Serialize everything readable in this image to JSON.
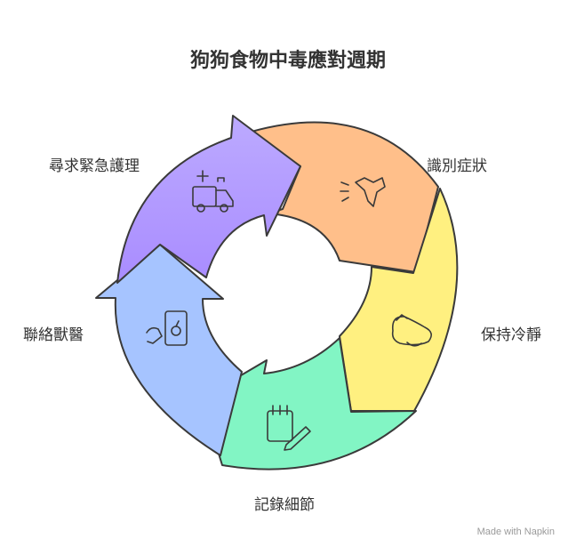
{
  "title": "狗狗食物中毒應對週期",
  "steps": [
    {
      "label": "識別症狀",
      "icon": "dog-sniffing-icon",
      "color": "#ffbf8a"
    },
    {
      "label": "保持冷靜",
      "icon": "dog-resting-icon",
      "color": "#fff080"
    },
    {
      "label": "記錄細節",
      "icon": "notepad-pen-icon",
      "color": "#82f5c4"
    },
    {
      "label": "聯絡獸醫",
      "icon": "phone-contact-icon",
      "color": "#a6c4ff"
    },
    {
      "label": "尋求緊急護理",
      "icon": "ambulance-icon",
      "color": "#b9a6ff"
    }
  ],
  "watermark": "Made with Napkin"
}
